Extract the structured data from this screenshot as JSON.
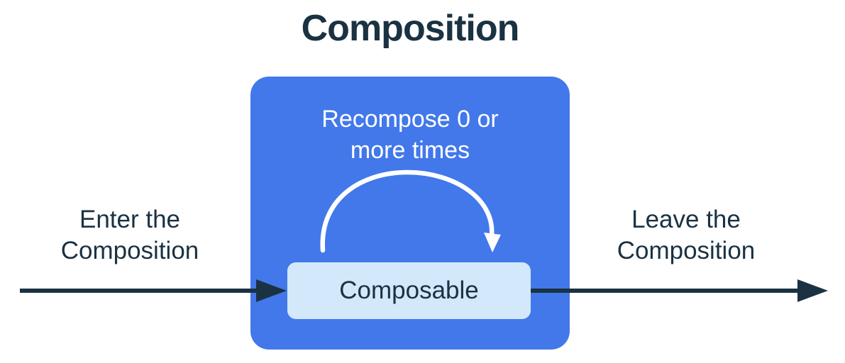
{
  "title": "Composition",
  "colors": {
    "accent_blue": "#4278EA",
    "light_blue": "#D3E8FB",
    "dark_navy": "#1A3242",
    "white": "#FFFFFF"
  },
  "diagram": {
    "enter_label": "Enter the\nComposition",
    "leave_label": "Leave the\nComposition",
    "box": {
      "recompose_label": "Recompose 0 or\nmore times",
      "composable_label": "Composable"
    }
  },
  "icons": {
    "recompose_arc": "clockwise-arc-arrow",
    "enter_arrow": "right-arrow",
    "leave_arrow": "right-arrow"
  }
}
